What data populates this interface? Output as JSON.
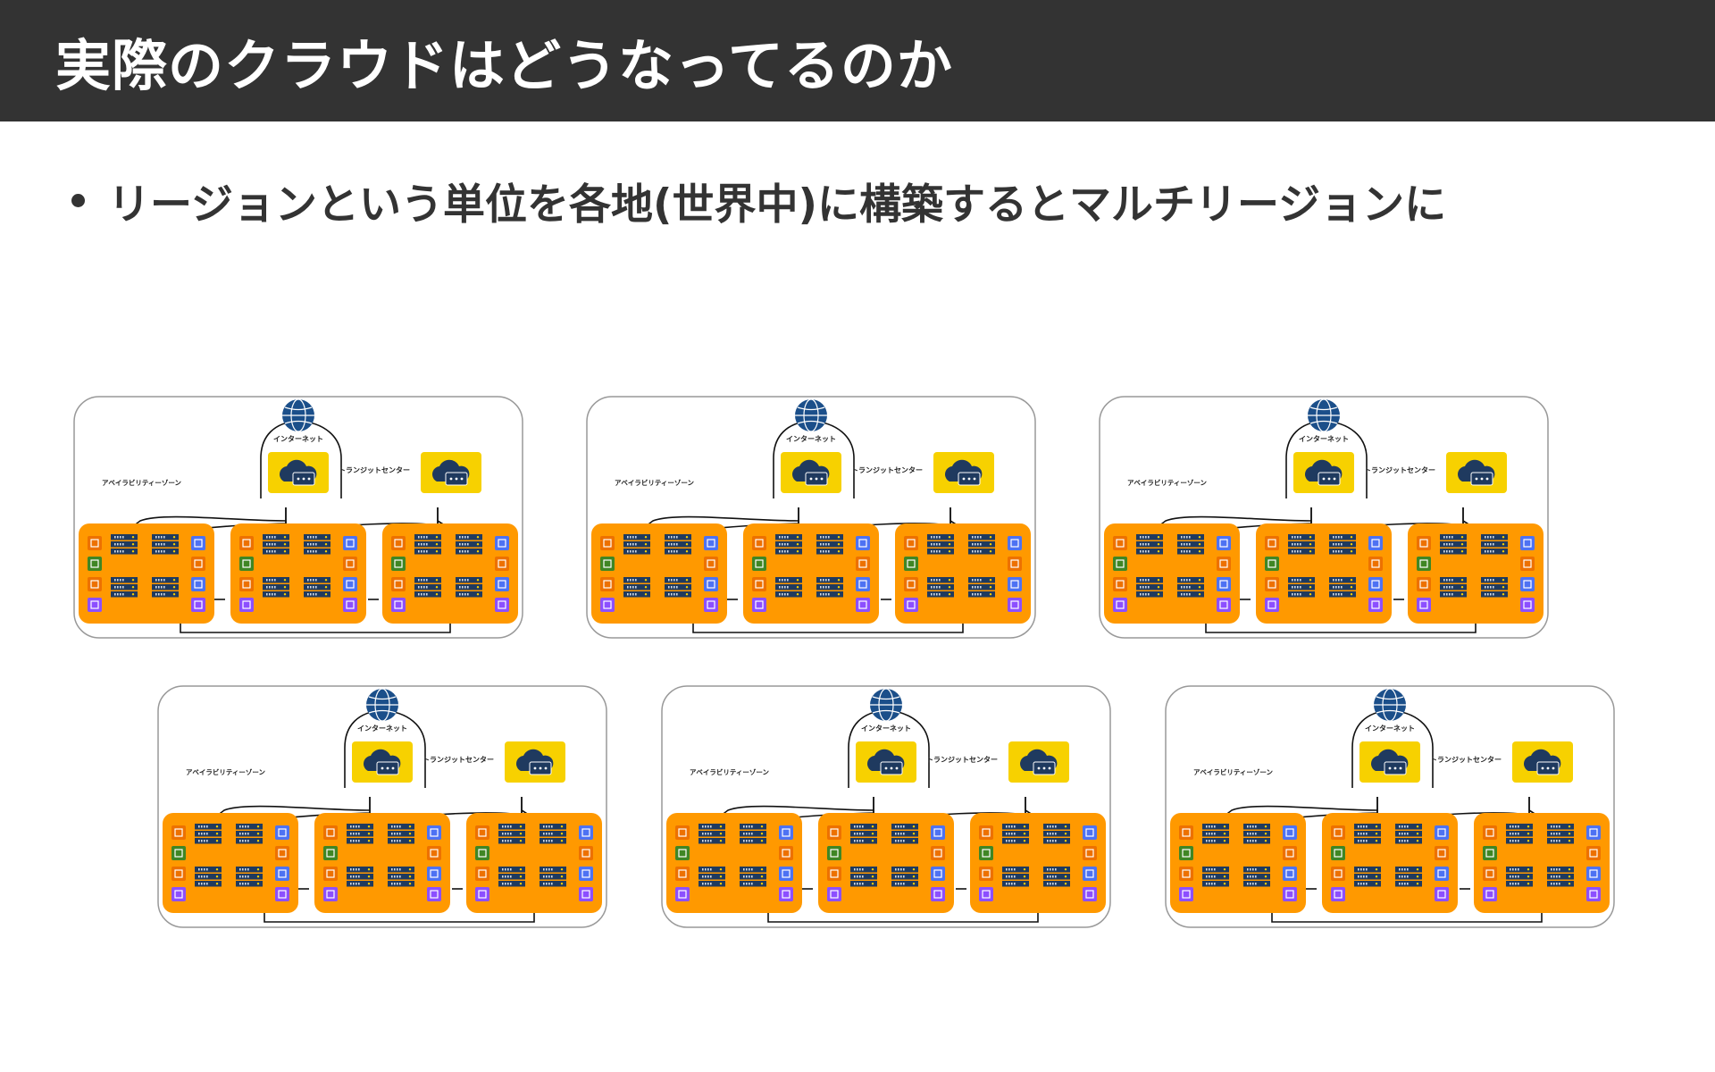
{
  "slide": {
    "title": "実際のクラウドはどうなってるのか",
    "bullets": [
      "リージョンという単位を各地(世界中)に構築するとマルチリージョンに"
    ]
  },
  "region_labels": {
    "internet": "インターネット",
    "transit_center": "トランジットセンター",
    "availability_zone": "アベイラビリティーゾーン"
  },
  "regions": [
    {
      "id": "region-1"
    },
    {
      "id": "region-2"
    },
    {
      "id": "region-3"
    },
    {
      "id": "region-4"
    },
    {
      "id": "region-5"
    },
    {
      "id": "region-6"
    }
  ],
  "colors": {
    "title_bg": "#333333",
    "title_text": "#ffffff",
    "body_text": "#333333",
    "az_orange": "#FF9900",
    "transit_yellow": "#F7D100",
    "server_navy": "#1F3A5F",
    "icon_green": "#3F8624",
    "icon_blue": "#4D72F3",
    "icon_purple": "#8C4FFF",
    "icon_orange": "#ED7100",
    "globe_navy": "#1B4F8A"
  },
  "icons": [
    "globe-icon",
    "cloud-gateway-icon",
    "server-rack-icon",
    "service-icon"
  ]
}
